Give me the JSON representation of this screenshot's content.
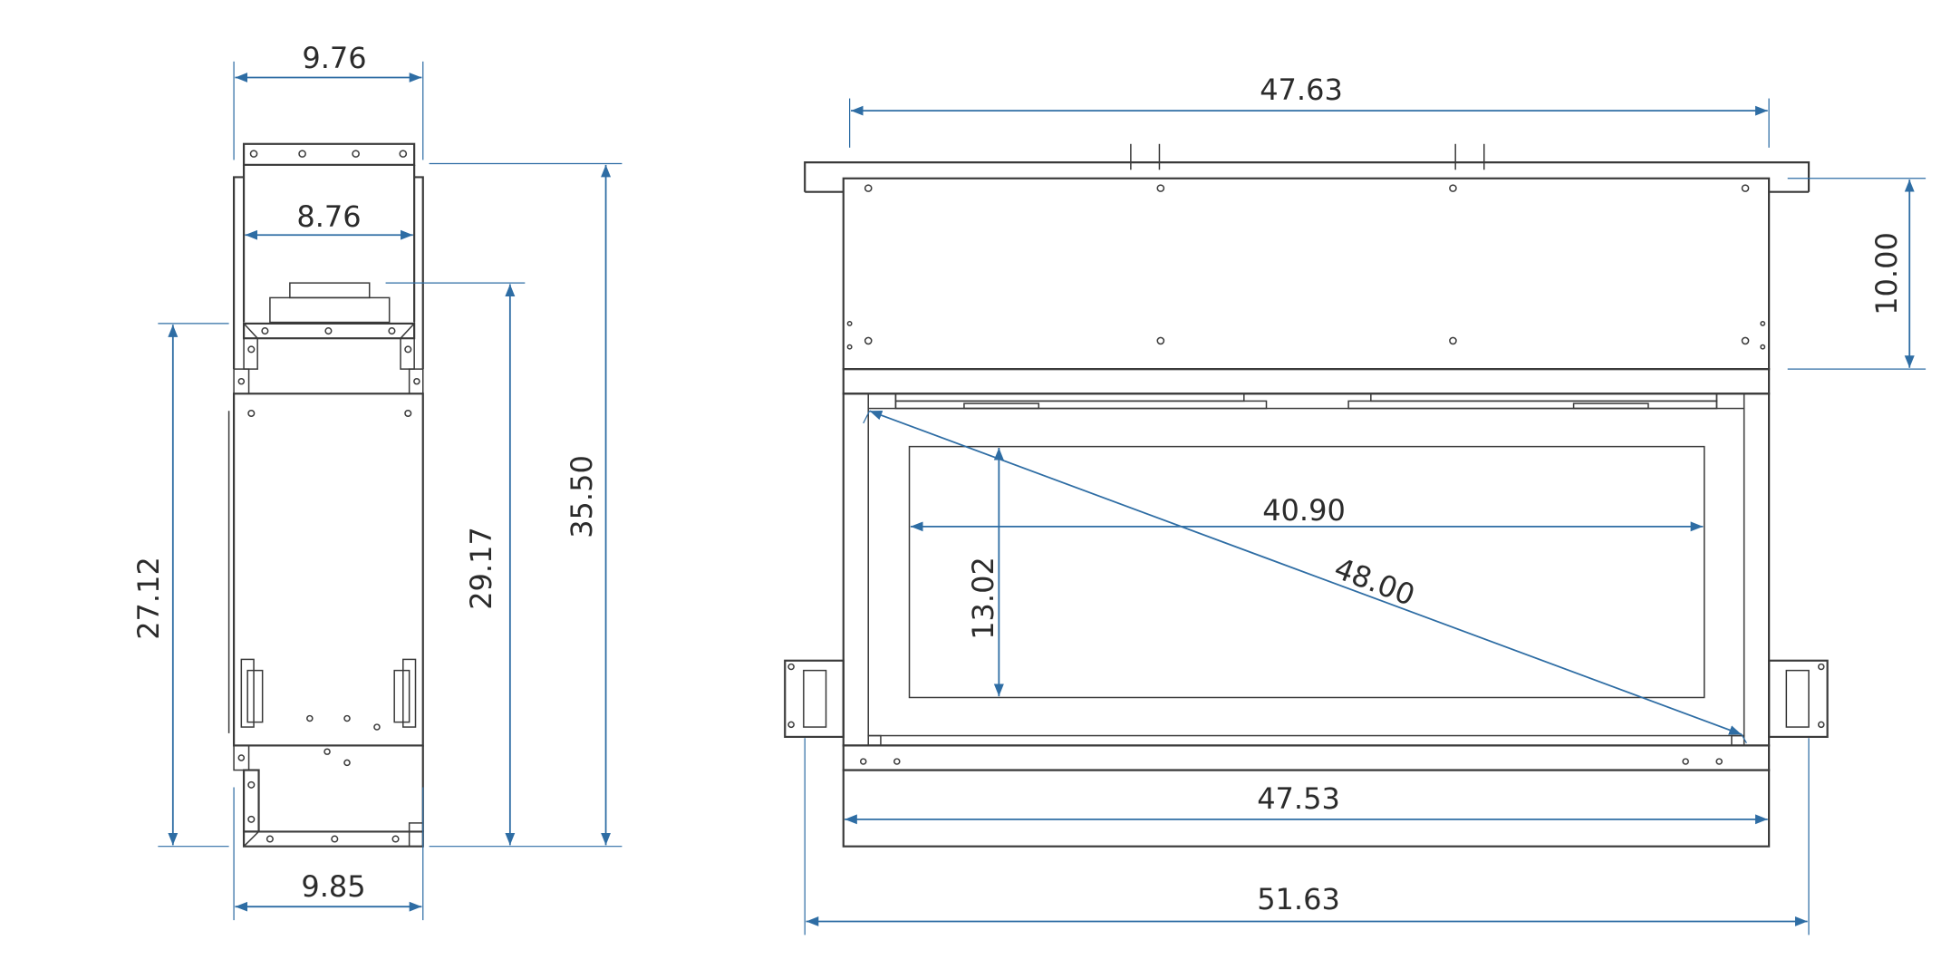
{
  "dimensions": {
    "side_top_width": "9.76",
    "side_inner_width": "8.76",
    "side_bottom_width": "9.85",
    "side_left_height": "27.12",
    "side_inner_height": "29.17",
    "side_total_height": "35.50",
    "front_top_width": "47.63",
    "front_head_height": "10.00",
    "front_opening_width": "40.90",
    "front_diagonal": "48.00",
    "front_opening_height": "13.02",
    "front_body_width": "47.53",
    "front_overall_width": "51.63"
  },
  "colors": {
    "dimension": "#2e6da4",
    "outline": "#3a3a3a"
  }
}
